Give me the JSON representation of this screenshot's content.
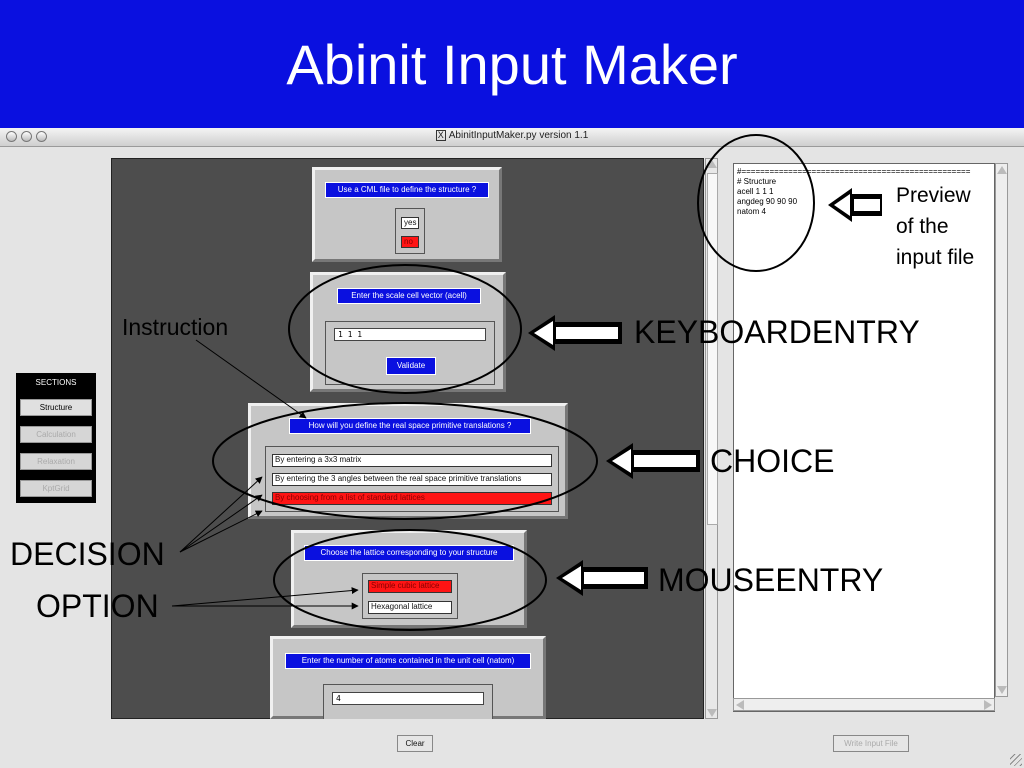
{
  "slide": {
    "title": "Abinit Input Maker"
  },
  "window": {
    "x_badge": "X",
    "title": "AbinitInputMaker.py version 1.1"
  },
  "cml_dialog": {
    "question": "Use a CML file to define the structure ?",
    "options": [
      "yes",
      "no"
    ],
    "selected": "no"
  },
  "acell_dialog": {
    "question": "Enter the scale cell vector (acell)",
    "input_value": "1  1  1",
    "validate_label": "Validate"
  },
  "primitive_dialog": {
    "question": "How will you define the real space primitive translations ?",
    "options": [
      "By entering a 3x3 matrix",
      "By entering the 3 angles between the real space primitive translations",
      "By choosing from a list of standard lattices"
    ],
    "selected_index": 2
  },
  "lattice_dialog": {
    "question": "Choose the lattice corresponding to your structure",
    "options": [
      "Simple cubic lattice",
      "Hexagonal lattice"
    ],
    "selected_index": 0
  },
  "natom_dialog": {
    "question": "Enter the number of atoms contained in the unit cell (natom)",
    "input_value": "4"
  },
  "sections": {
    "heading": "SECTIONS",
    "items": [
      {
        "label": "Structure",
        "enabled": true
      },
      {
        "label": "Calculation",
        "enabled": false
      },
      {
        "label": "Relaxation",
        "enabled": false
      },
      {
        "label": "KptGrid",
        "enabled": false
      }
    ]
  },
  "preview": {
    "lines": [
      "#=================================================",
      "# Structure",
      "acell 1 1 1",
      "angdeg 90 90 90",
      "natom 4"
    ]
  },
  "buttons": {
    "clear": "Clear",
    "write_input": "Write Input File"
  },
  "annotations": {
    "preview_line1": "Preview",
    "preview_line2": "of the",
    "preview_line3": "input file",
    "keyboard": "KEYBOARDENTRY",
    "choice": "CHOICE",
    "mouse": "MOUSEENTRY",
    "instruction": "Instruction",
    "decision": "DECISION",
    "option": "OPTION"
  },
  "colors": {
    "slide_blue": "#0a10e0",
    "selected_red": "#ff1414",
    "canvas_gray": "#4d4d4d"
  }
}
